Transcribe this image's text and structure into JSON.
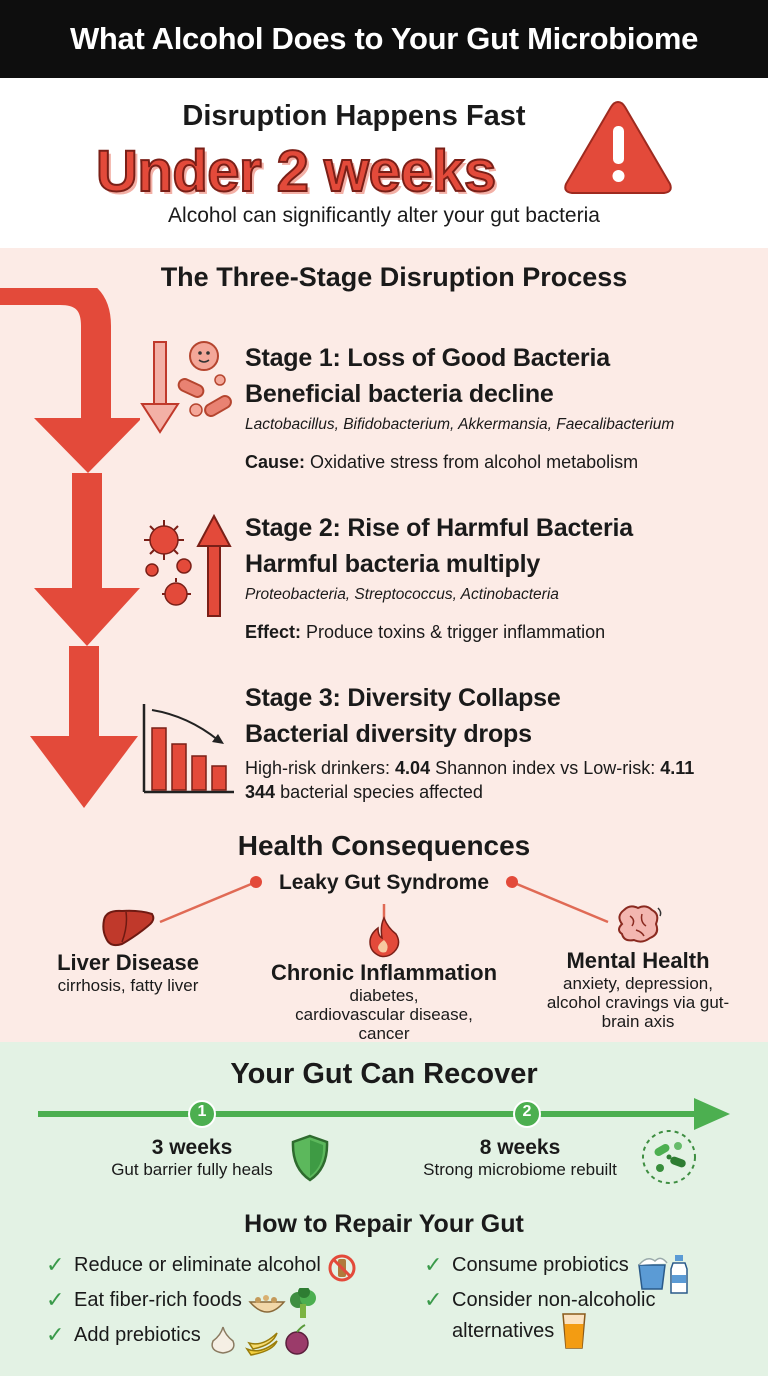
{
  "header": {
    "title": "What Alcohol Does to Your Gut Microbiome"
  },
  "hero": {
    "kicker": "Disruption Happens Fast",
    "headline": "Under 2 weeks",
    "subtext": "Alcohol can significantly alter your gut bacteria",
    "icon": "warning-triangle-icon"
  },
  "process": {
    "title": "The Three-Stage Disruption Process",
    "stages": [
      {
        "title": "Stage 1: Loss of Good Bacteria",
        "subtitle": "Beneficial bacteria decline",
        "species": "Lactobacillus, Bifidobacterium, Akkermansia, Faecalibacterium",
        "label": "Cause:",
        "detail": "Oxidative stress from alcohol metabolism",
        "icon": "bacteria-decline-icon"
      },
      {
        "title": "Stage 2: Rise of Harmful Bacteria",
        "subtitle": "Harmful bacteria multiply",
        "species": "Proteobacteria, Streptococcus, Actinobacteria",
        "label": "Effect:",
        "detail": "Produce toxins & trigger inflammation",
        "icon": "harmful-bacteria-rise-icon"
      },
      {
        "title": "Stage 3: Diversity Collapse",
        "subtitle": "Bacterial diversity drops",
        "stat_prefix": "High-risk drinkers:",
        "stat_high": "4.04",
        "stat_mid": "Shannon index vs Low-risk:",
        "stat_low": "4.11",
        "species_count": "344",
        "species_suffix": "bacterial species affected",
        "icon": "declining-bar-chart-icon"
      }
    ]
  },
  "consequences": {
    "title": "Health Consequences",
    "center": "Leaky Gut Syndrome",
    "items": [
      {
        "name": "Liver Disease",
        "desc": "cirrhosis, fatty liver",
        "icon": "liver-icon"
      },
      {
        "name": "Chronic Inflammation",
        "desc": "diabetes, cardiovascular disease, cancer",
        "icon": "flame-icon"
      },
      {
        "name": "Mental Health",
        "desc": "anxiety, depression, alcohol cravings via gut-brain axis",
        "icon": "brain-icon"
      }
    ]
  },
  "recovery": {
    "title": "Your Gut Can Recover",
    "milestones": [
      {
        "num": "1",
        "when": "3 weeks",
        "what": "Gut barrier fully heals",
        "icon": "shield-icon"
      },
      {
        "num": "2",
        "when": "8 weeks",
        "what": "Strong microbiome rebuilt",
        "icon": "microbiome-icon"
      }
    ],
    "repair_title": "How to Repair Your Gut",
    "tips": [
      {
        "check": "✓",
        "text": "Reduce or eliminate alcohol",
        "icon": "no-alcohol-icon"
      },
      {
        "check": "✓",
        "text": "Eat fiber-rich foods",
        "icon": "fiber-foods-icon"
      },
      {
        "check": "✓",
        "text": "Add prebiotics",
        "icon": "prebiotic-foods-icon"
      },
      {
        "check": "✓",
        "text": "Consume probiotics",
        "icon": "probiotic-icon"
      },
      {
        "check": "✓",
        "text": "Consider non-alcoholic",
        "text2": "alternatives",
        "icon": "juice-glass-icon"
      }
    ]
  },
  "colors": {
    "accent_red": "#e34a3a",
    "panel_pink": "#fcebe6",
    "panel_green": "#e3f2e4",
    "accent_green": "#4caf50"
  }
}
